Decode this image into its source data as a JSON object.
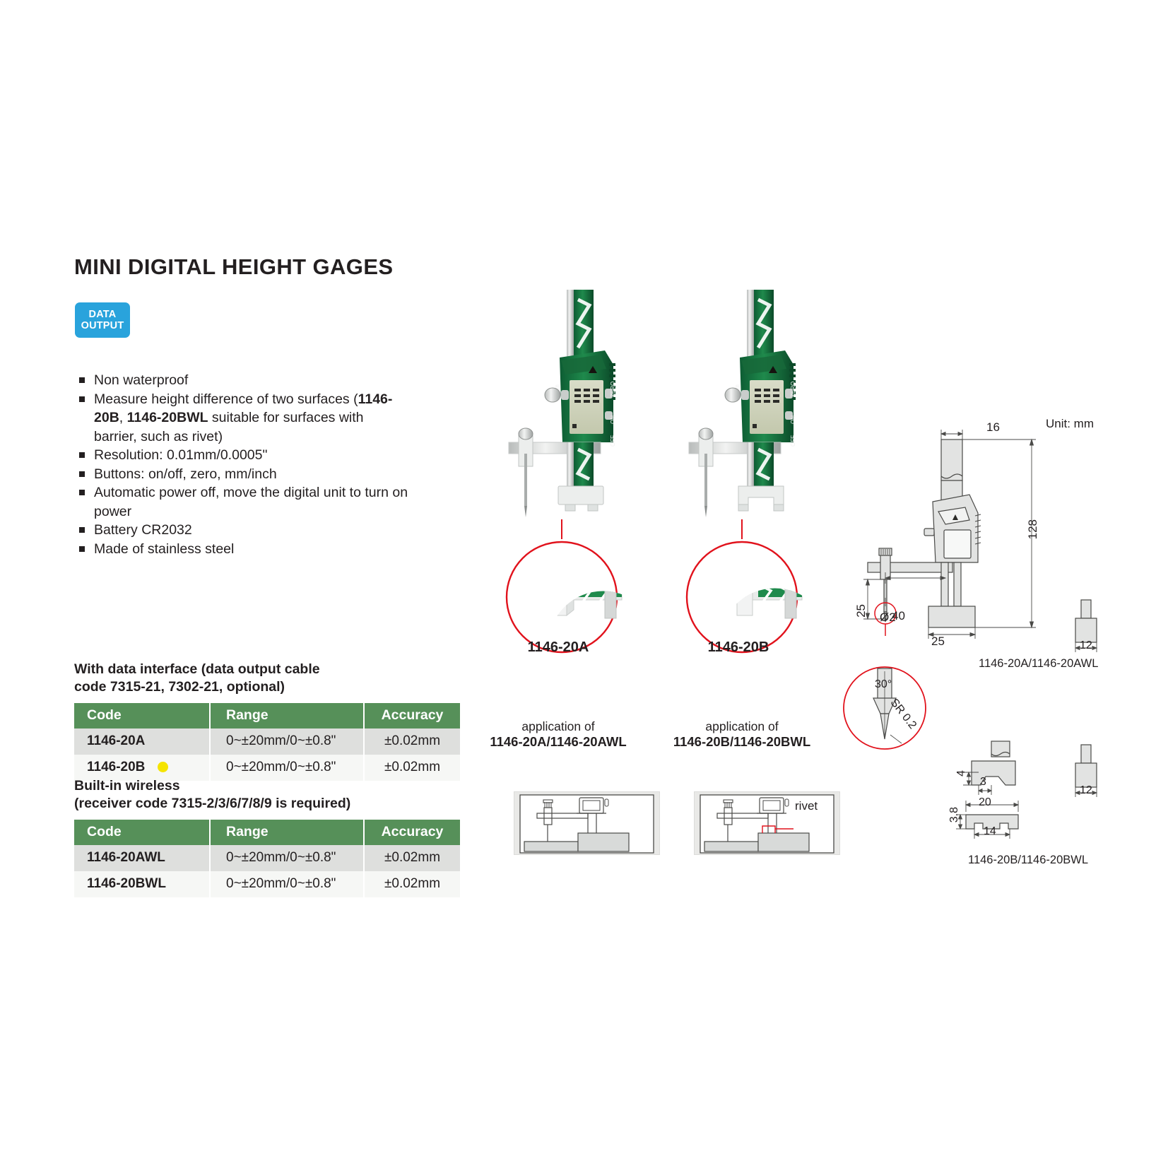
{
  "page": {
    "title": "MINI DIGITAL HEIGHT GAGES",
    "badge": {
      "line1": "DATA",
      "line2": "OUTPUT",
      "color": "#29a3dc"
    },
    "unit_note": "Unit: mm",
    "accent_green": "#569059",
    "marker_yellow": "#f5e400",
    "callout_red": "#e1121c"
  },
  "features": [
    {
      "text": "Non waterproof"
    },
    {
      "text": "Measure height difference of two surfaces (1146-20B, 1146-20BWL suitable for surfaces with barrier, such as rivet)",
      "pre": "Measure height difference of two surfaces (",
      "bold1": "1146-20B",
      "mid": ", ",
      "bold2": "1146-20BWL",
      "post": " suitable for surfaces with barrier, such as rivet)"
    },
    {
      "text": "Resolution: 0.01mm/0.0005\""
    },
    {
      "text": "Buttons: on/off, zero, mm/inch"
    },
    {
      "text": "Automatic power off, move the digital unit to turn on power"
    },
    {
      "text": "Battery CR2032"
    },
    {
      "text": "Made of stainless steel"
    }
  ],
  "tables": [
    {
      "heading_line1": "With data interface (data output cable",
      "heading_line2": "code 7315-21, 7302-21, optional)",
      "columns": [
        "Code",
        "Range",
        "Accuracy"
      ],
      "rows": [
        {
          "code": "1146-20A",
          "range": "0~±20mm/0~±0.8\"",
          "accuracy": "±0.02mm",
          "marker": false
        },
        {
          "code": "1146-20B",
          "range": "0~±20mm/0~±0.8\"",
          "accuracy": "±0.02mm",
          "marker": true
        }
      ]
    },
    {
      "heading_line1": "Built-in wireless",
      "heading_line2": "(receiver code 7315-2/3/6/7/8/9 is required)",
      "columns": [
        "Code",
        "Range",
        "Accuracy"
      ],
      "rows": [
        {
          "code": "1146-20AWL",
          "range": "0~±20mm/0~±0.8\"",
          "accuracy": "±0.02mm",
          "marker": false
        },
        {
          "code": "1146-20BWL",
          "range": "0~±20mm/0~±0.8\"",
          "accuracy": "±0.02mm",
          "marker": false
        }
      ]
    }
  ],
  "products": [
    {
      "label": "1146-20A",
      "display": "000",
      "buttons": [
        "in mm",
        "ZERO",
        "ON",
        "OFF"
      ]
    },
    {
      "label": "1146-20B",
      "display": "000",
      "buttons": [
        "in mm",
        "ZERO",
        "ON",
        "OFF"
      ]
    }
  ],
  "applications": [
    {
      "caption_top": "application of",
      "caption_models": "1146-20A/1146-20AWL",
      "annotation": ""
    },
    {
      "caption_top": "application of",
      "caption_models": "1146-20B/1146-20BWL",
      "annotation": "rivet"
    }
  ],
  "drawing": {
    "caption_a": "1146-20A/1146-20AWL",
    "caption_b": "1146-20B/1146-20BWL",
    "dims": {
      "beam_width": "16",
      "height": "128",
      "base_width": "25",
      "arm_length": "40",
      "probe_dia": "Ø2",
      "probe_len": "25",
      "tip_angle": "30°",
      "tip_radius": "SR 0.2",
      "tip_small_w": "12",
      "foot_h": "4",
      "foot_w": "3",
      "base_b_w": "20",
      "base_b_h": "3.8",
      "base_b_inner": "14",
      "tip_b_w": "12"
    }
  }
}
